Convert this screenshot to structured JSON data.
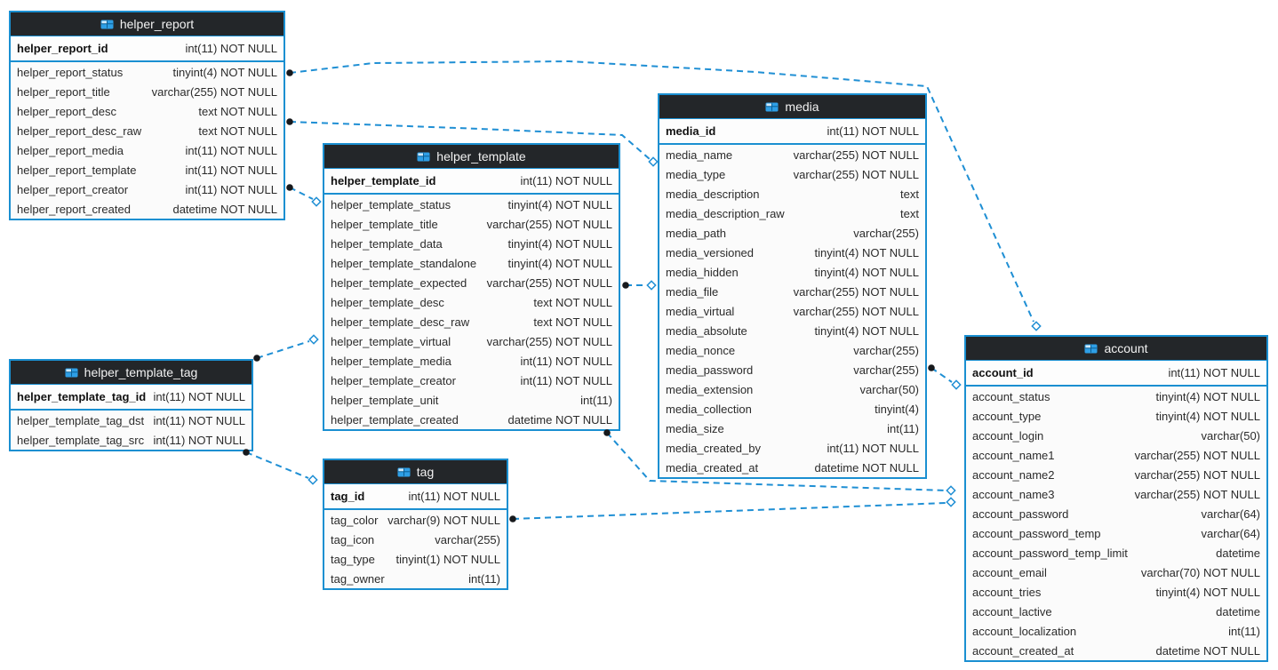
{
  "diagram": {
    "colors": {
      "accent": "#1a8fd1",
      "relation_line": "#1f8fd4",
      "header_bg": "#232629",
      "header_text": "#f2f2f2",
      "table_bg": "#fbfbfb",
      "text": "#2b2b2b",
      "marker_dot": "#17191c",
      "canvas_bg": "#ffffff"
    },
    "icons": {
      "table": "table-icon"
    },
    "tables": [
      {
        "name": "helper_report",
        "primary_key": {
          "name": "helper_report_id",
          "type": "int(11) NOT NULL"
        },
        "fields": [
          {
            "name": "helper_report_status",
            "type": "tinyint(4) NOT NULL"
          },
          {
            "name": "helper_report_title",
            "type": "varchar(255) NOT NULL"
          },
          {
            "name": "helper_report_desc",
            "type": "text NOT NULL"
          },
          {
            "name": "helper_report_desc_raw",
            "type": "text NOT NULL"
          },
          {
            "name": "helper_report_media",
            "type": "int(11) NOT NULL"
          },
          {
            "name": "helper_report_template",
            "type": "int(11) NOT NULL"
          },
          {
            "name": "helper_report_creator",
            "type": "int(11) NOT NULL"
          },
          {
            "name": "helper_report_created",
            "type": "datetime NOT NULL"
          }
        ]
      },
      {
        "name": "helper_template",
        "primary_key": {
          "name": "helper_template_id",
          "type": "int(11) NOT NULL"
        },
        "fields": [
          {
            "name": "helper_template_status",
            "type": "tinyint(4) NOT NULL"
          },
          {
            "name": "helper_template_title",
            "type": "varchar(255) NOT NULL"
          },
          {
            "name": "helper_template_data",
            "type": "tinyint(4) NOT NULL"
          },
          {
            "name": "helper_template_standalone",
            "type": "tinyint(4) NOT NULL"
          },
          {
            "name": "helper_template_expected",
            "type": "varchar(255) NOT NULL"
          },
          {
            "name": "helper_template_desc",
            "type": "text NOT NULL"
          },
          {
            "name": "helper_template_desc_raw",
            "type": "text NOT NULL"
          },
          {
            "name": "helper_template_virtual",
            "type": "varchar(255) NOT NULL"
          },
          {
            "name": "helper_template_media",
            "type": "int(11) NOT NULL"
          },
          {
            "name": "helper_template_creator",
            "type": "int(11) NOT NULL"
          },
          {
            "name": "helper_template_unit",
            "type": "int(11)"
          },
          {
            "name": "helper_template_created",
            "type": "datetime NOT NULL"
          }
        ]
      },
      {
        "name": "helper_template_tag",
        "primary_key": {
          "name": "helper_template_tag_id",
          "type": "int(11) NOT NULL"
        },
        "fields": [
          {
            "name": "helper_template_tag_dst",
            "type": "int(11) NOT NULL"
          },
          {
            "name": "helper_template_tag_src",
            "type": "int(11) NOT NULL"
          }
        ]
      },
      {
        "name": "media",
        "primary_key": {
          "name": "media_id",
          "type": "int(11) NOT NULL"
        },
        "fields": [
          {
            "name": "media_name",
            "type": "varchar(255) NOT NULL"
          },
          {
            "name": "media_type",
            "type": "varchar(255) NOT NULL"
          },
          {
            "name": "media_description",
            "type": "text"
          },
          {
            "name": "media_description_raw",
            "type": "text"
          },
          {
            "name": "media_path",
            "type": "varchar(255)"
          },
          {
            "name": "media_versioned",
            "type": "tinyint(4) NOT NULL"
          },
          {
            "name": "media_hidden",
            "type": "tinyint(4) NOT NULL"
          },
          {
            "name": "media_file",
            "type": "varchar(255) NOT NULL"
          },
          {
            "name": "media_virtual",
            "type": "varchar(255) NOT NULL"
          },
          {
            "name": "media_absolute",
            "type": "tinyint(4) NOT NULL"
          },
          {
            "name": "media_nonce",
            "type": "varchar(255)"
          },
          {
            "name": "media_password",
            "type": "varchar(255)"
          },
          {
            "name": "media_extension",
            "type": "varchar(50)"
          },
          {
            "name": "media_collection",
            "type": "tinyint(4)"
          },
          {
            "name": "media_size",
            "type": "int(11)"
          },
          {
            "name": "media_created_by",
            "type": "int(11) NOT NULL"
          },
          {
            "name": "media_created_at",
            "type": "datetime NOT NULL"
          }
        ]
      },
      {
        "name": "tag",
        "primary_key": {
          "name": "tag_id",
          "type": "int(11) NOT NULL"
        },
        "fields": [
          {
            "name": "tag_color",
            "type": "varchar(9) NOT NULL"
          },
          {
            "name": "tag_icon",
            "type": "varchar(255)"
          },
          {
            "name": "tag_type",
            "type": "tinyint(1) NOT NULL"
          },
          {
            "name": "tag_owner",
            "type": "int(11)"
          }
        ]
      },
      {
        "name": "account",
        "primary_key": {
          "name": "account_id",
          "type": "int(11) NOT NULL"
        },
        "fields": [
          {
            "name": "account_status",
            "type": "tinyint(4) NOT NULL"
          },
          {
            "name": "account_type",
            "type": "tinyint(4) NOT NULL"
          },
          {
            "name": "account_login",
            "type": "varchar(50)"
          },
          {
            "name": "account_name1",
            "type": "varchar(255) NOT NULL"
          },
          {
            "name": "account_name2",
            "type": "varchar(255) NOT NULL"
          },
          {
            "name": "account_name3",
            "type": "varchar(255) NOT NULL"
          },
          {
            "name": "account_password",
            "type": "varchar(64)"
          },
          {
            "name": "account_password_temp",
            "type": "varchar(64)"
          },
          {
            "name": "account_password_temp_limit",
            "type": "datetime"
          },
          {
            "name": "account_email",
            "type": "varchar(70) NOT NULL"
          },
          {
            "name": "account_tries",
            "type": "tinyint(4) NOT NULL"
          },
          {
            "name": "account_lactive",
            "type": "datetime"
          },
          {
            "name": "account_localization",
            "type": "int(11)"
          },
          {
            "name": "account_created_at",
            "type": "datetime NOT NULL"
          }
        ]
      }
    ],
    "relations": [
      {
        "from": "helper_report",
        "to": "account"
      },
      {
        "from": "helper_report",
        "to": "media"
      },
      {
        "from": "helper_report",
        "to": "helper_template"
      },
      {
        "from": "helper_template",
        "to": "media"
      },
      {
        "from": "helper_template",
        "to": "account"
      },
      {
        "from": "helper_template_tag",
        "to": "helper_template"
      },
      {
        "from": "helper_template_tag",
        "to": "tag"
      },
      {
        "from": "tag",
        "to": "account"
      },
      {
        "from": "media",
        "to": "account"
      }
    ]
  }
}
